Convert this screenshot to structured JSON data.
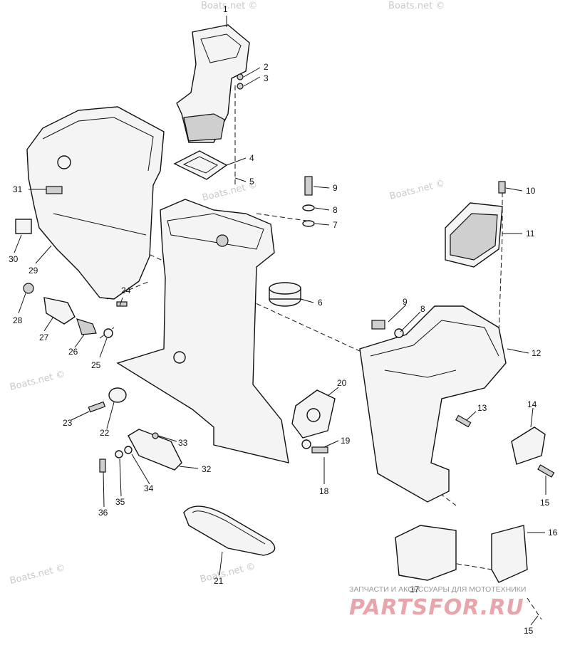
{
  "watermark": "Boats.net ©",
  "footer": {
    "tagline": "ЗАПЧАСТИ И АКСЕССУАРЫ ДЛЯ МОТОТЕХНИКИ",
    "logo": "PARTSFOR.RU",
    "logo_color": "#e8a5ab"
  },
  "callouts": [
    "1",
    "2",
    "3",
    "4",
    "5",
    "6",
    "7",
    "8",
    "9",
    "10",
    "11",
    "12",
    "13",
    "14",
    "15",
    "16",
    "17",
    "18",
    "19",
    "20",
    "21",
    "22",
    "23",
    "24",
    "25",
    "26",
    "27",
    "28",
    "29",
    "30",
    "31",
    "32",
    "33",
    "34",
    "35",
    "36",
    "8",
    "9",
    "15"
  ]
}
